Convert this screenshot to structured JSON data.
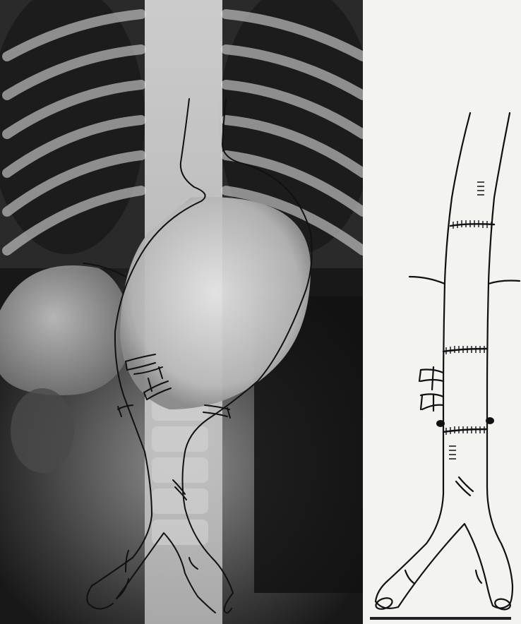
{
  "figure": {
    "panels": [
      {
        "id": "left",
        "content": "radiograph-with-aortic-aneurysm-overlay"
      },
      {
        "id": "right",
        "content": "line-drawing-of-repaired-aorta"
      }
    ],
    "colors": {
      "ink": "#111111",
      "paper": "#f3f3f1",
      "film_dark": "#1a1a1a",
      "film_light": "#d9d9d9"
    }
  }
}
